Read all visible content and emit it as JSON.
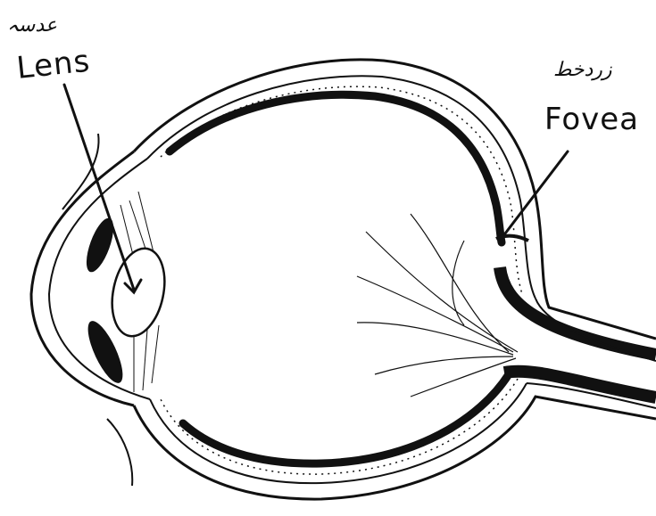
{
  "labels": {
    "lens": {
      "text": "Lens",
      "urdu": "عدسہ"
    },
    "fovea": {
      "text": "Fovea",
      "urdu": "زردخط"
    }
  },
  "colors": {
    "ink": "#111111",
    "background": "#ffffff"
  }
}
